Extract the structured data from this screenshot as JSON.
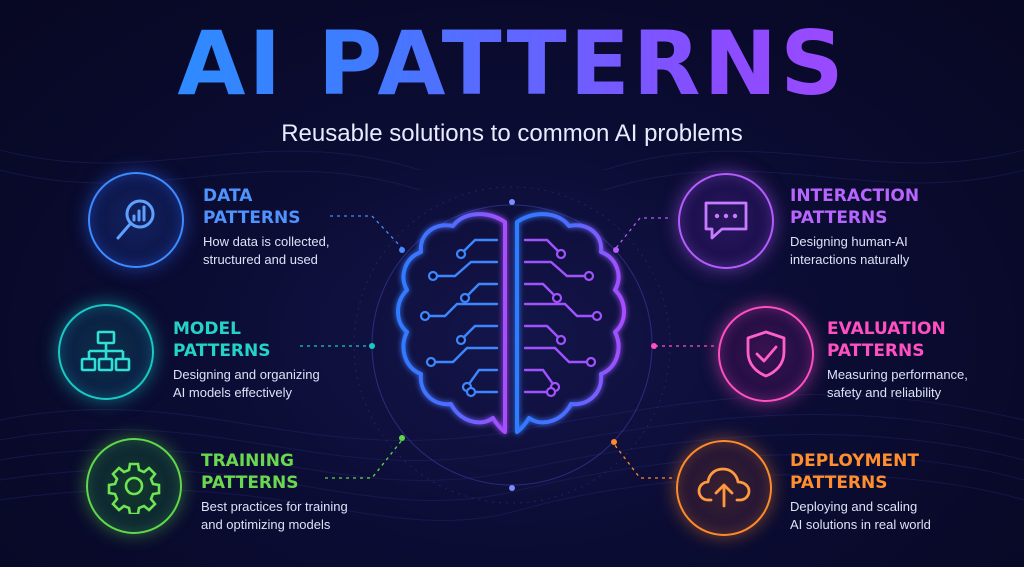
{
  "header": {
    "title": "AI PATTERNS",
    "subtitle": "Reusable solutions to common AI problems"
  },
  "colors": {
    "data": "#3d8bff",
    "model": "#19c9c4",
    "training": "#5fd84a",
    "interaction": "#b45cff",
    "evaluation": "#ff4fc3",
    "deployment": "#ff8a2a"
  },
  "patterns": {
    "data": {
      "line1": "DATA",
      "line2": "PATTERNS",
      "desc1": "How data is collected,",
      "desc2": "structured and used",
      "icon": "magnifier-chart-icon"
    },
    "model": {
      "line1": "MODEL",
      "line2": "PATTERNS",
      "desc1": "Designing and organizing",
      "desc2": "AI models effectively",
      "icon": "hierarchy-icon"
    },
    "training": {
      "line1": "TRAINING",
      "line2": "PATTERNS",
      "desc1": "Best practices for training",
      "desc2": "and optimizing models",
      "icon": "gear-icon"
    },
    "interaction": {
      "line1": "INTERACTION",
      "line2": "PATTERNS",
      "desc1": "Designing human-AI",
      "desc2": "interactions naturally",
      "icon": "chat-bubble-icon"
    },
    "evaluation": {
      "line1": "EVALUATION",
      "line2": "PATTERNS",
      "desc1": "Measuring performance,",
      "desc2": "safety and reliability",
      "icon": "shield-check-icon"
    },
    "deployment": {
      "line1": "DEPLOYMENT",
      "line2": "PATTERNS",
      "desc1": "Deploying and scaling",
      "desc2": "AI solutions in real world",
      "icon": "cloud-upload-icon"
    }
  },
  "center": {
    "icon": "circuit-brain-icon"
  }
}
